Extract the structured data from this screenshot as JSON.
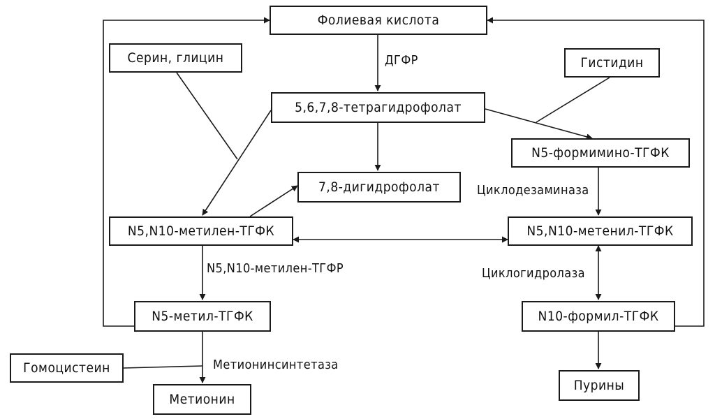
{
  "nodes": {
    "folic_acid": "Фолиевая кислота",
    "serine_glycine": "Серин, глицин",
    "histidine": "Гистидин",
    "thf": "5,6,7,8-тетрагидрофолат",
    "n5_formimino": "N5-формимино-ТГФК",
    "dhf": "7,8-дигидрофолат",
    "methylene": "N5,N10-метилен-ТГФК",
    "methenyl": "N5,N10-метенил-ТГФК",
    "methyl": "N5-метил-ТГФК",
    "formyl": "N10-формил-ТГФК",
    "homocysteine": "Гомоцистеин",
    "methionine": "Метионин",
    "purines": "Пурины"
  },
  "enzymes": {
    "dhfr": "ДГФР",
    "cyclodeaminase": "Циклодезаминаза",
    "methylene_reductase": "N5,N10-метилен-ТГФР",
    "cyclohydrolase": "Циклогидролаза",
    "methionine_synthase": "Метионинсинтетаза"
  },
  "colors": {
    "line": "#1a1a1a",
    "text": "#111111"
  }
}
